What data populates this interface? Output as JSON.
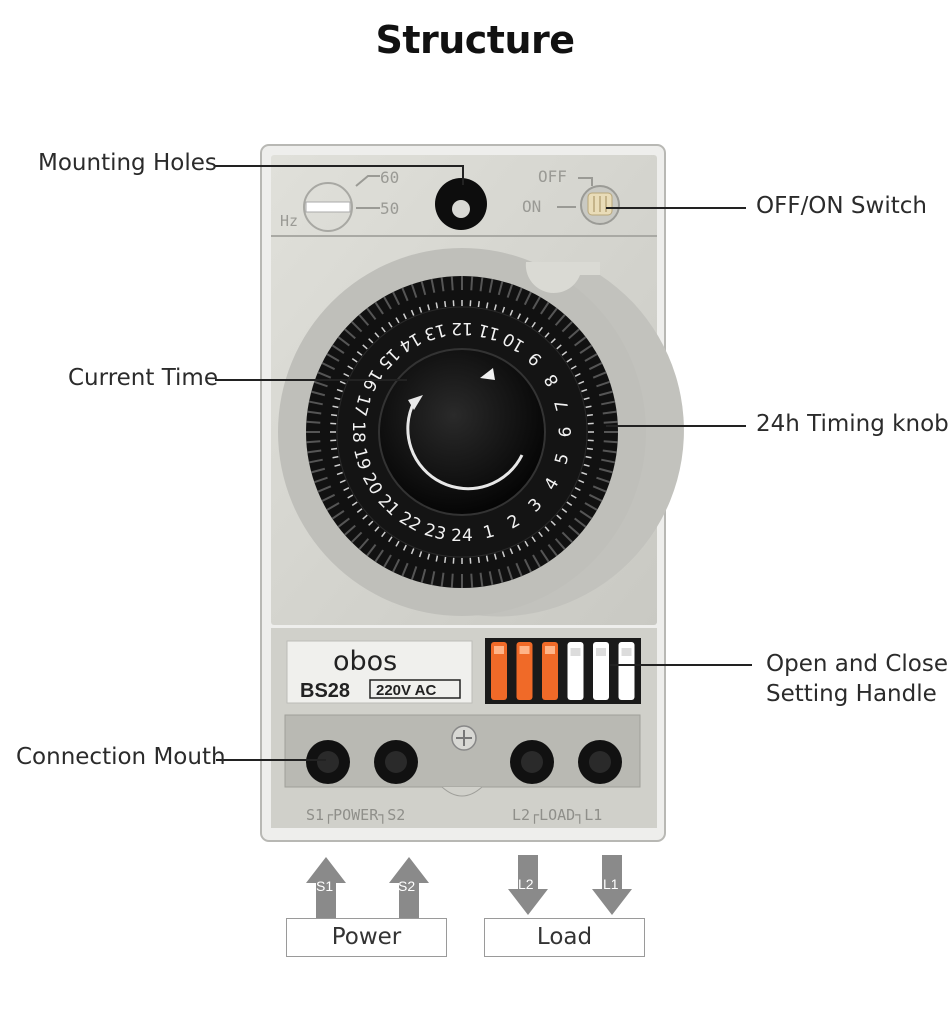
{
  "title": "Structure",
  "callouts": {
    "mounting_holes": "Mounting Holes",
    "current_time": "Current Time",
    "connection_mouth": "Connection Mouth",
    "off_on_switch": "OFF/ON Switch",
    "timing_knob": "24h Timing knob",
    "setting_handle_line1": "Open and Close",
    "setting_handle_line2": "Setting Handle"
  },
  "device": {
    "hz_label": "Hz",
    "freq_60": "60",
    "freq_50": "50",
    "off_label": "OFF",
    "on_label": "ON",
    "brand": "obos",
    "model": "BS28",
    "voltage": "220V AC",
    "dial_numbers": [
      "24",
      "1",
      "2",
      "3",
      "4",
      "5",
      "6",
      "7",
      "8",
      "9",
      "10",
      "11",
      "12",
      "13",
      "14",
      "15",
      "16",
      "17",
      "18",
      "19",
      "20",
      "21",
      "22",
      "23"
    ],
    "terminal_power_label": "S1┌POWER┐S2",
    "terminal_load_label": "L2┌LOAD┐L1",
    "segments_active": 3,
    "segments_total": 6
  },
  "arrows": {
    "s1": "S1",
    "s2": "S2",
    "l2": "L2",
    "l1": "L1"
  },
  "boxes": {
    "power": "Power",
    "load": "Load"
  },
  "colors": {
    "housing": "#d5d5cf",
    "dial": "#141414",
    "orange_handle": "#f06a28",
    "white_handle": "#ffffff",
    "arrow": "#8a8a8a"
  }
}
